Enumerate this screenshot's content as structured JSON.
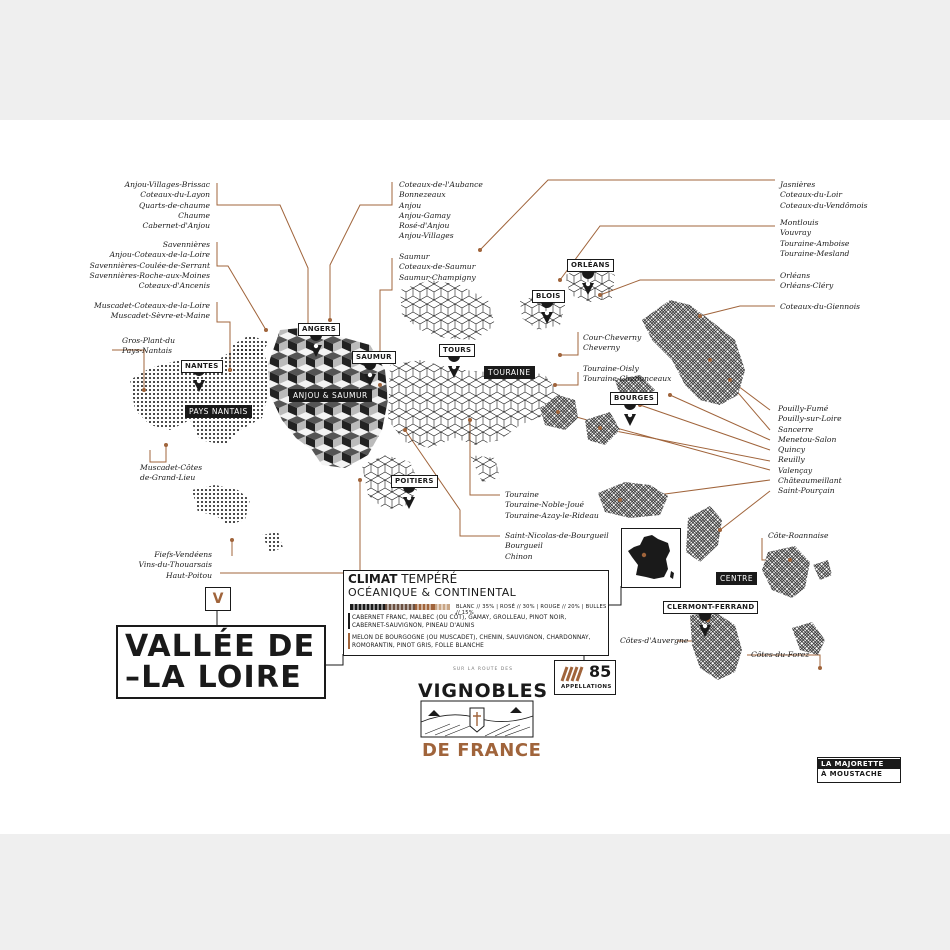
{
  "title_lines": [
    "VALLÉE DE",
    "–LA LOIRE"
  ],
  "badge_letter": "V",
  "climat": {
    "heading_bold": "CLIMAT",
    "heading_rest": " TEMPÉRÉ",
    "subheading": "OCÉANIQUE & CONTINENTAL",
    "wine_split": "BLANC // 35% | ROSÉ // 30% | ROUGE // 20% | BULLES // 15%",
    "cepages_red": "CABERNET FRANC, MALBEC (OU CÔT), GAMAY, GROLLEAU, PINOT NOIR, CABERNET-SAUVIGNON, PINEAU D'AUNIS",
    "cepages_white": "MELON DE BOURGOGNE (OU MUSCADET), CHENIN, SAUVIGNON, CHARDONNAY, ROMORANTIN, PINOT GRIS, FOLLE BLANCHE"
  },
  "appellations": {
    "count": "85",
    "label": "APPELLATIONS"
  },
  "logo": {
    "top": "SUR LA ROUTE DES",
    "line1": "VIGNOBLES",
    "line2": "DE FRANCE"
  },
  "publisher": {
    "line1": "LA MAJORETTE",
    "line2": "À MOUSTACHE"
  },
  "cities": {
    "nantes": "NANTES",
    "angers": "ANGERS",
    "saumur": "SAUMUR",
    "tours": "TOURS",
    "blois": "BLOIS",
    "orleans": "ORLÉANS",
    "bourges": "BOURGES",
    "poitiers": "POITIERS",
    "clermont": "CLERMONT-FERRAND"
  },
  "regions": {
    "pays_nantais": "PAYS NANTAIS",
    "anjou_saumur": "ANJOU & SAUMUR",
    "touraine": "TOURAINE",
    "centre": "CENTRE"
  },
  "appellation_groups": {
    "anjou_a": [
      "Anjou-Villages-Brissac",
      "Coteaux-du-Layon",
      "Quarts-de-chaume",
      "Chaume",
      "Cabernet-d'Anjou"
    ],
    "savennieres": [
      "Savennières",
      "Anjou-Coteaux-de-la-Loire",
      "Savennières-Coulée-de-Serrant",
      "Savennières-Roche-aux-Moines",
      "Coteaux-d'Ancenis"
    ],
    "muscadet": [
      "Muscadet-Coteaux-de-la-Loire",
      "Muscadet-Sèvre-et-Maine"
    ],
    "gros_plant": [
      "Gros-Plant-du",
      "Pays-Nantais"
    ],
    "grand_lieu": [
      "Muscadet-Côtes",
      "de-Grand-Lieu"
    ],
    "fiefs": [
      "Fiefs-Vendéens",
      "Vins-du-Thouarsais",
      "Haut-Poitou"
    ],
    "aubance": [
      "Coteaux-de-l'Aubance",
      "Bonnezeaux",
      "Anjou",
      "Anjou-Gamay",
      "Rosé-d'Anjou",
      "Anjou-Villages"
    ],
    "saumur": [
      "Saumur",
      "Coteaux-de-Saumur",
      "Saumur-Champigny"
    ],
    "jasnieres": [
      "Jasnières",
      "Coteaux-du-Loir",
      "Coteaux-du-Vendômois"
    ],
    "montlouis": [
      "Montlouis",
      "Vouvray",
      "Touraine-Amboise",
      "Touraine-Mesland"
    ],
    "orleans": [
      "Orléans",
      "Orléans-Cléry"
    ],
    "giennois": [
      "Coteaux-du-Giennois"
    ],
    "cheverny": [
      "Cour-Cheverny",
      "Cheverny"
    ],
    "oisly": [
      "Touraine-Oisly",
      "Touraine-Chenonceaux"
    ],
    "centre": [
      "Pouilly-Fumé",
      "Pouilly-sur-Loire",
      "Sancerre",
      "Menetou-Salon",
      "Quincy",
      "Reuilly",
      "Valençay",
      "Châteaumeillant",
      "Saint-Pourçain"
    ],
    "touraine": [
      "Touraine",
      "Touraine-Noble-Joué",
      "Touraine-Azay-le-Rideau"
    ],
    "bourgueil": [
      "Saint-Nicolas-de-Bourgueil",
      "Bourgueil",
      "Chinon"
    ],
    "roannaise": [
      "Côte-Roannaise"
    ],
    "auvergne": [
      "Côtes-d'Auvergne"
    ],
    "forez": [
      "Côtes-du-Forez"
    ]
  },
  "colors": {
    "accent": "#a0643b",
    "ink": "#1a1a1a",
    "paper": "#ffffff",
    "margin": "#efefef"
  }
}
